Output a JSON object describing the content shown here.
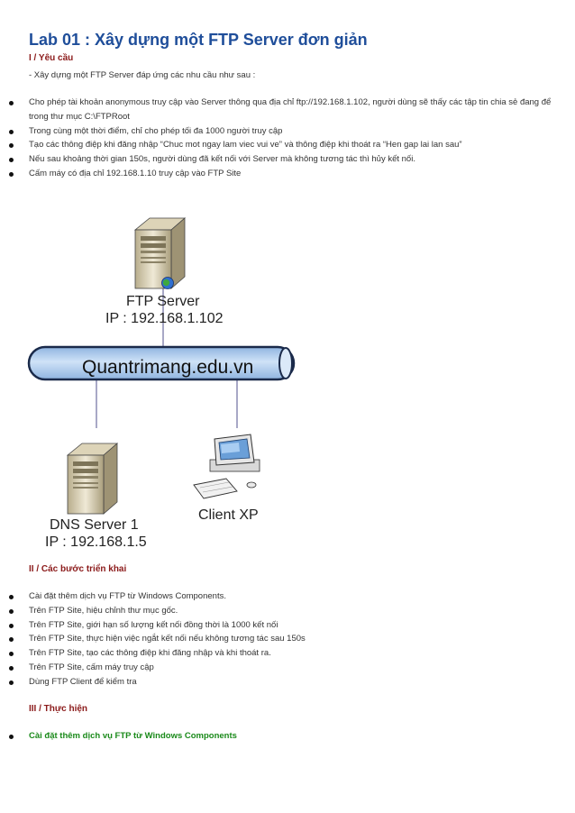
{
  "title": "Lab 01 : Xây dựng một FTP Server đơn giản",
  "section1": {
    "heading": "I / Yêu cầu",
    "intro": "- Xây dựng một FTP Server đáp ứng các nhu cầu như  sau :",
    "items": [
      "Cho phép tài khoản anonymous truy cập vào Server thông qua địa chỉ ftp://192.168.1.102, người dùng sẽ thấy các tập tin chia sẻ đang để trong thư mục C:\\FTPRoot",
      "Trong cùng một thời điểm, chỉ cho phép tối đa 1000 người truy cập",
      "Tạo các thông điệp khi đăng nhập “Chuc mot ngay lam viec vui ve” và thông điệp khi thoát ra “Hen gap lai lan sau”",
      "Nếu sau khoảng thời gian 150s, người dùng đã kết nối với Server mà không tương tác thì hủy kết nối.",
      "Cấm máy có địa chỉ 192.168.1.10 truy cập vào FTP Site"
    ]
  },
  "diagram": {
    "ftp_server_name": "FTP Server",
    "ftp_server_ip": "IP : 192.168.1.102",
    "network_label": "Quantrimang.edu.vn",
    "dns_server_name": "DNS Server 1",
    "dns_server_ip": "IP : 192.168.1.5",
    "client_name": "Client XP",
    "icons": [
      "server-icon",
      "globe-icon",
      "workstation-icon"
    ],
    "colors": {
      "bus_fill": "#a9c8ec",
      "bus_stroke": "#1a2a4a",
      "line": "#7a7aa8"
    }
  },
  "section2": {
    "heading": "II / Các bước triển khai",
    "items": [
      "Cài đặt thêm dịch vụ FTP từ Windows Components.",
      "Trên FTP Site, hiệu chỉnh thư mục gốc.",
      "Trên FTP Site, giới hạn số lượng kết nối đồng thời là 1000 kết nối",
      "Trên FTP Site, thực hiện việc ngắt kết nối nếu không tương tác sau 150s",
      "Trên FTP Site, tạo các thông điệp khi đăng nhập và khi thoát ra.",
      "Trên FTP Site, cấm máy truy cập",
      "Dùng FTP Client để kiểm tra"
    ]
  },
  "section3": {
    "heading": "III / Thực hiện",
    "items": [
      "Cài đặt thêm dịch vụ FTP từ Windows Components"
    ]
  }
}
